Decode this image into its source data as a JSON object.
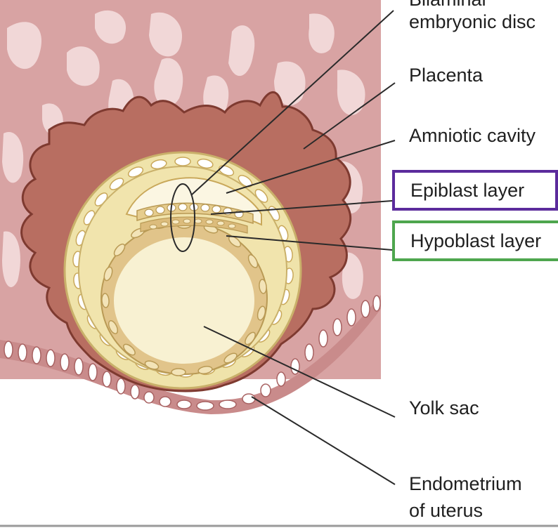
{
  "labels": {
    "bilaminar_line1": "Bilaminar",
    "bilaminar_line2": "embryonic disc",
    "placenta": "Placenta",
    "amniotic_cavity": "Amniotic cavity",
    "epiblast_layer": "Epiblast layer",
    "hypoblast_layer": "Hypoblast layer",
    "yolk_sac": "Yolk sac",
    "endometrium_line1": "Endometrium",
    "endometrium_line2": "of uterus"
  },
  "colors": {
    "endometrium_bg": "#d8a3a3",
    "endometrium_glands": "#f1d7d7",
    "placenta": "#b86e61",
    "placenta_outline": "#7e3a30",
    "outer_ring": "#efe3aa",
    "outer_ring_cells": "#ffffff",
    "inner_fill": "#f8f1d2",
    "yolk_wall": "#e1c48a",
    "epithelium_cells": "#ffffff",
    "epiblast_box": "#5b2b9c",
    "hypoblast_box": "#4ea64e",
    "leader_line": "#2a2a2a"
  }
}
